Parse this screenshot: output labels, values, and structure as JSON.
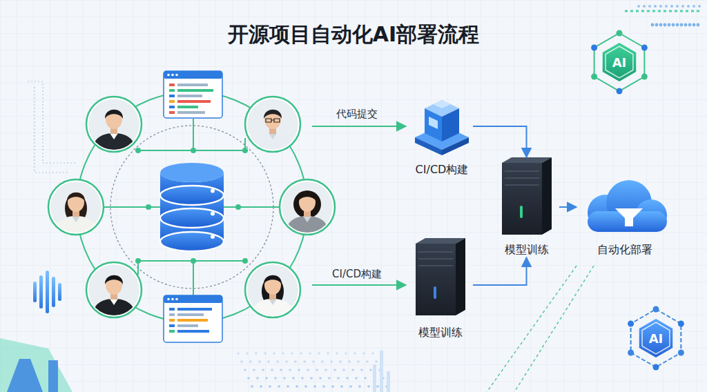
{
  "diagram": {
    "title": "开源项目自动化AI部署流程",
    "nodes": [
      {
        "text": [
          "CI/CD构建"
        ]
      },
      {
        "text": [
          "模型训练"
        ]
      },
      {
        "text": [
          "自动化部署"
        ]
      },
      {
        "text": [
          "模型训练"
        ]
      }
    ],
    "edges": [
      {
        "from": 0,
        "to": 1,
        "arrow": "to"
      },
      {
        "from": 3,
        "to": 1,
        "arrow": "to"
      },
      {
        "from": 1,
        "to": 2,
        "arrow": "to"
      }
    ],
    "labels": [
      "代码提交",
      "CI/CD构建",
      "AI",
      "AI"
    ]
  }
}
